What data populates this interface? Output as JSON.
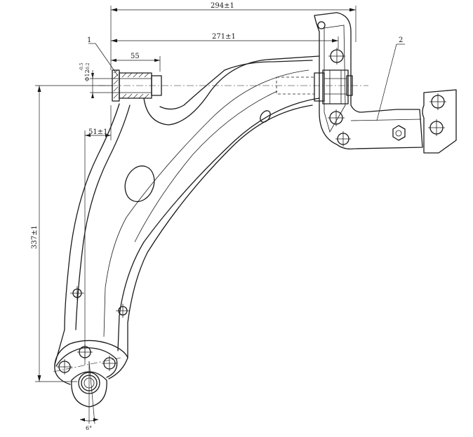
{
  "dimensions": {
    "overall_width": "294±1",
    "bushing_to_pivot": "271±1",
    "bushing_length": "55",
    "bushing_diameter": "Φ12",
    "bushing_tolerance_upper": "-0.5",
    "bushing_tolerance_lower": "-0.2",
    "offset": "51±1",
    "height": "337±1",
    "angle": "6°"
  },
  "callouts": {
    "item_1": "1",
    "item_2": "2"
  }
}
